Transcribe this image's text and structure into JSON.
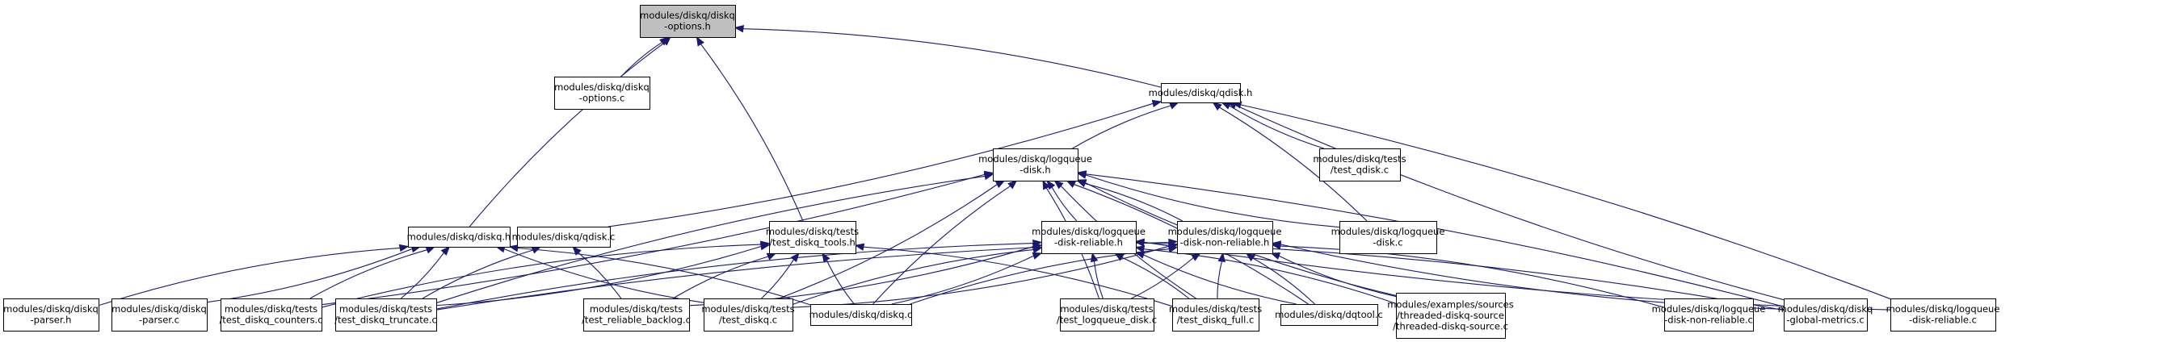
{
  "graph": {
    "type": "include-dependency-graph",
    "edge_color": "#191970",
    "focus_fill": "#bfbfbf",
    "nodes": [
      {
        "id": "options_h",
        "lines": [
          "modules/diskq/diskq",
          "-options.h"
        ],
        "focus": true
      },
      {
        "id": "options_c",
        "lines": [
          "modules/diskq/diskq",
          "-options.c"
        ]
      },
      {
        "id": "qdisk_h",
        "lines": [
          "modules/diskq/qdisk.h"
        ]
      },
      {
        "id": "lqd_h",
        "lines": [
          "modules/diskq/logqueue",
          "-disk.h"
        ]
      },
      {
        "id": "test_qdisk_c",
        "lines": [
          "modules/diskq/tests",
          "/test_qdisk.c"
        ]
      },
      {
        "id": "diskq_h",
        "lines": [
          "modules/diskq/diskq.h"
        ]
      },
      {
        "id": "qdisk_c",
        "lines": [
          "modules/diskq/qdisk.c"
        ]
      },
      {
        "id": "tools_h",
        "lines": [
          "modules/diskq/tests",
          "/test_diskq_tools.h"
        ]
      },
      {
        "id": "lqdr_h",
        "lines": [
          "modules/diskq/logqueue",
          "-disk-reliable.h"
        ]
      },
      {
        "id": "lqdnr_h",
        "lines": [
          "modules/diskq/logqueue",
          "-disk-non-reliable.h"
        ]
      },
      {
        "id": "lqd_c",
        "lines": [
          "modules/diskq/logqueue",
          "-disk.c"
        ]
      },
      {
        "id": "parser_h",
        "lines": [
          "modules/diskq/diskq",
          "-parser.h"
        ]
      },
      {
        "id": "parser_c",
        "lines": [
          "modules/diskq/diskq",
          "-parser.c"
        ]
      },
      {
        "id": "counters_c",
        "lines": [
          "modules/diskq/tests",
          "/test_diskq_counters.c"
        ]
      },
      {
        "id": "truncate_c",
        "lines": [
          "modules/diskq/tests",
          "/test_diskq_truncate.c"
        ]
      },
      {
        "id": "backlog_c",
        "lines": [
          "modules/diskq/tests",
          "/test_reliable_backlog.c"
        ]
      },
      {
        "id": "test_diskq_c",
        "lines": [
          "modules/diskq/tests",
          "/test_diskq.c"
        ]
      },
      {
        "id": "diskq_c",
        "lines": [
          "modules/diskq/diskq.c"
        ]
      },
      {
        "id": "test_lqd_c",
        "lines": [
          "modules/diskq/tests",
          "/test_logqueue_disk.c"
        ]
      },
      {
        "id": "full_c",
        "lines": [
          "modules/diskq/tests",
          "/test_diskq_full.c"
        ]
      },
      {
        "id": "dqtool_c",
        "lines": [
          "modules/diskq/dqtool.c"
        ]
      },
      {
        "id": "threaded_c",
        "lines": [
          "modules/examples/sources",
          "/threaded-diskq-source",
          "/threaded-diskq-source.c"
        ]
      },
      {
        "id": "lqdnr_c",
        "lines": [
          "modules/diskq/logqueue",
          "-disk-non-reliable.c"
        ]
      },
      {
        "id": "metrics_c",
        "lines": [
          "modules/diskq/diskq",
          "-global-metrics.c"
        ]
      },
      {
        "id": "lqdr_c",
        "lines": [
          "modules/diskq/logqueue",
          "-disk-reliable.c"
        ]
      }
    ],
    "edges": [
      [
        "options_c",
        "options_h"
      ],
      [
        "qdisk_h",
        "options_h"
      ],
      [
        "diskq_h",
        "options_h"
      ],
      [
        "tools_h",
        "options_h"
      ],
      [
        "lqd_h",
        "qdisk_h"
      ],
      [
        "qdisk_c",
        "qdisk_h"
      ],
      [
        "test_qdisk_c",
        "qdisk_h"
      ],
      [
        "lqd_c",
        "qdisk_h"
      ],
      [
        "metrics_c",
        "qdisk_h"
      ],
      [
        "lqdr_c",
        "qdisk_h"
      ],
      [
        "lqdr_h",
        "lqd_h"
      ],
      [
        "lqdnr_h",
        "lqd_h"
      ],
      [
        "lqd_c",
        "lqd_h"
      ],
      [
        "counters_c",
        "lqd_h"
      ],
      [
        "truncate_c",
        "lqd_h"
      ],
      [
        "test_diskq_c",
        "lqd_h"
      ],
      [
        "diskq_c",
        "lqd_h"
      ],
      [
        "test_lqd_c",
        "lqd_h"
      ],
      [
        "full_c",
        "lqd_h"
      ],
      [
        "dqtool_c",
        "lqd_h"
      ],
      [
        "threaded_c",
        "lqd_h"
      ],
      [
        "metrics_c",
        "lqd_h"
      ],
      [
        "parser_h",
        "diskq_h"
      ],
      [
        "parser_c",
        "diskq_h"
      ],
      [
        "counters_c",
        "diskq_h"
      ],
      [
        "truncate_c",
        "diskq_h"
      ],
      [
        "test_diskq_c",
        "diskq_h"
      ],
      [
        "diskq_c",
        "diskq_h"
      ],
      [
        "truncate_c",
        "qdisk_c"
      ],
      [
        "backlog_c",
        "qdisk_c"
      ],
      [
        "counters_c",
        "tools_h"
      ],
      [
        "truncate_c",
        "tools_h"
      ],
      [
        "backlog_c",
        "tools_h"
      ],
      [
        "test_diskq_c",
        "tools_h"
      ],
      [
        "diskq_c",
        "tools_h"
      ],
      [
        "full_c",
        "tools_h"
      ],
      [
        "truncate_c",
        "lqdr_h"
      ],
      [
        "backlog_c",
        "lqdr_h"
      ],
      [
        "test_diskq_c",
        "lqdr_h"
      ],
      [
        "diskq_c",
        "lqdr_h"
      ],
      [
        "test_lqd_c",
        "lqdr_h"
      ],
      [
        "full_c",
        "lqdr_h"
      ],
      [
        "dqtool_c",
        "lqdr_h"
      ],
      [
        "threaded_c",
        "lqdr_h"
      ],
      [
        "lqdr_c",
        "lqdr_h"
      ],
      [
        "metrics_c",
        "lqdr_h"
      ],
      [
        "truncate_c",
        "lqdnr_h"
      ],
      [
        "test_diskq_c",
        "lqdnr_h"
      ],
      [
        "diskq_c",
        "lqdnr_h"
      ],
      [
        "test_lqd_c",
        "lqdnr_h"
      ],
      [
        "full_c",
        "lqdnr_h"
      ],
      [
        "dqtool_c",
        "lqdnr_h"
      ],
      [
        "threaded_c",
        "lqdnr_h"
      ],
      [
        "lqdnr_c",
        "lqdnr_h"
      ],
      [
        "metrics_c",
        "lqdnr_h"
      ]
    ]
  }
}
